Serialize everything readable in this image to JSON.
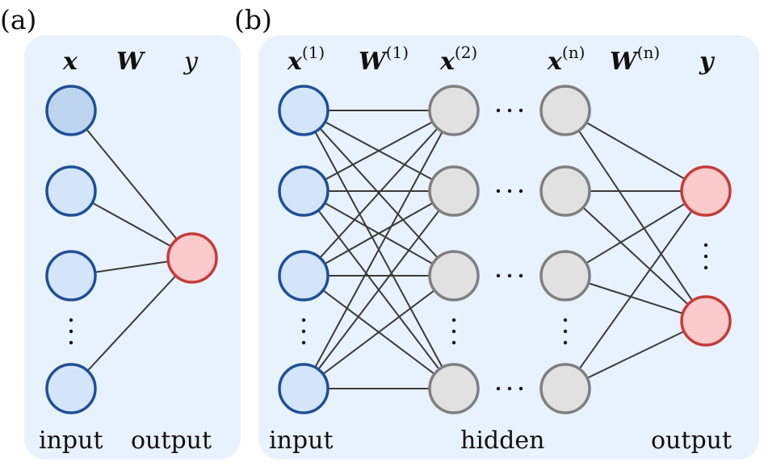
{
  "panel_a": {
    "label": "(a)",
    "symbols": {
      "x": "x",
      "W": "W",
      "y": "y"
    },
    "labels": {
      "input": "input",
      "output": "output"
    }
  },
  "panel_b": {
    "label": "(b)",
    "symbols": {
      "x1_base": "x",
      "x1_sup": "(1)",
      "W1_base": "W",
      "W1_sup": "(1)",
      "x2_base": "x",
      "x2_sup": "(2)",
      "xn_base": "x",
      "xn_sup": "(n)",
      "Wn_base": "W",
      "Wn_sup": "(n)",
      "y": "y"
    },
    "labels": {
      "input": "input",
      "hidden": "hidden",
      "output": "output"
    }
  },
  "colors": {
    "panel_background": "#e8f2fc",
    "input_node": "#d4e5fb",
    "input_stroke": "#1f4f96",
    "hidden_node": "#e1e1e1",
    "hidden_stroke": "#7f7f7f",
    "output_node": "#fbcaca",
    "output_stroke": "#c63b3b"
  }
}
